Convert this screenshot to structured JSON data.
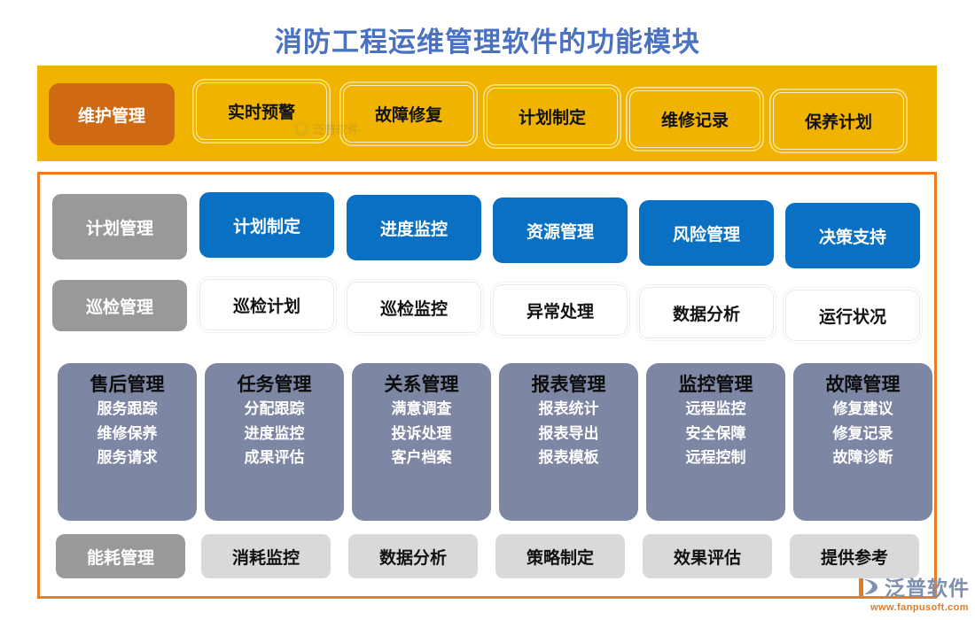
{
  "title": "消防工程运维管理软件的功能模块",
  "colors": {
    "title": "#4a72c0",
    "topbar_bg": "#f0b400",
    "topbar_active": "#cf6a12",
    "frame_border": "#ec7c23",
    "grey_label": "#999999",
    "blue": "#0a70c4",
    "slate": "#7d87a4",
    "light_grey": "#d9d9d9"
  },
  "topbar": {
    "active": "维护管理",
    "items": [
      "实时预警",
      "故障修复",
      "计划制定",
      "维修记录",
      "保养计划"
    ]
  },
  "rows": {
    "plan": {
      "label": "计划管理",
      "items": [
        "计划制定",
        "进度监控",
        "资源管理",
        "风险管理",
        "决策支持"
      ]
    },
    "inspection": {
      "label": "巡检管理",
      "items": [
        "巡检计划",
        "巡检监控",
        "异常处理",
        "数据分析",
        "运行状况"
      ]
    },
    "energy": {
      "label": "能耗管理",
      "items": [
        "消耗监控",
        "数据分析",
        "策略制定",
        "效果评估",
        "提供参考"
      ]
    }
  },
  "cards": [
    {
      "header": "售后管理",
      "items": [
        "服务跟踪",
        "维修保养",
        "服务请求"
      ]
    },
    {
      "header": "任务管理",
      "items": [
        "分配跟踪",
        "进度监控",
        "成果评估"
      ]
    },
    {
      "header": "关系管理",
      "items": [
        "满意调查",
        "投诉处理",
        "客户档案"
      ]
    },
    {
      "header": "报表管理",
      "items": [
        "报表统计",
        "报表导出",
        "报表模板"
      ]
    },
    {
      "header": "监控管理",
      "items": [
        "远程监控",
        "安全保障",
        "远程控制"
      ]
    },
    {
      "header": "故障管理",
      "items": [
        "修复建议",
        "修复记录",
        "故障诊断"
      ]
    }
  ],
  "watermark": {
    "text": "泛普软件"
  },
  "logo": {
    "name": "泛普软件",
    "url": "www.fanpusoft.com"
  }
}
